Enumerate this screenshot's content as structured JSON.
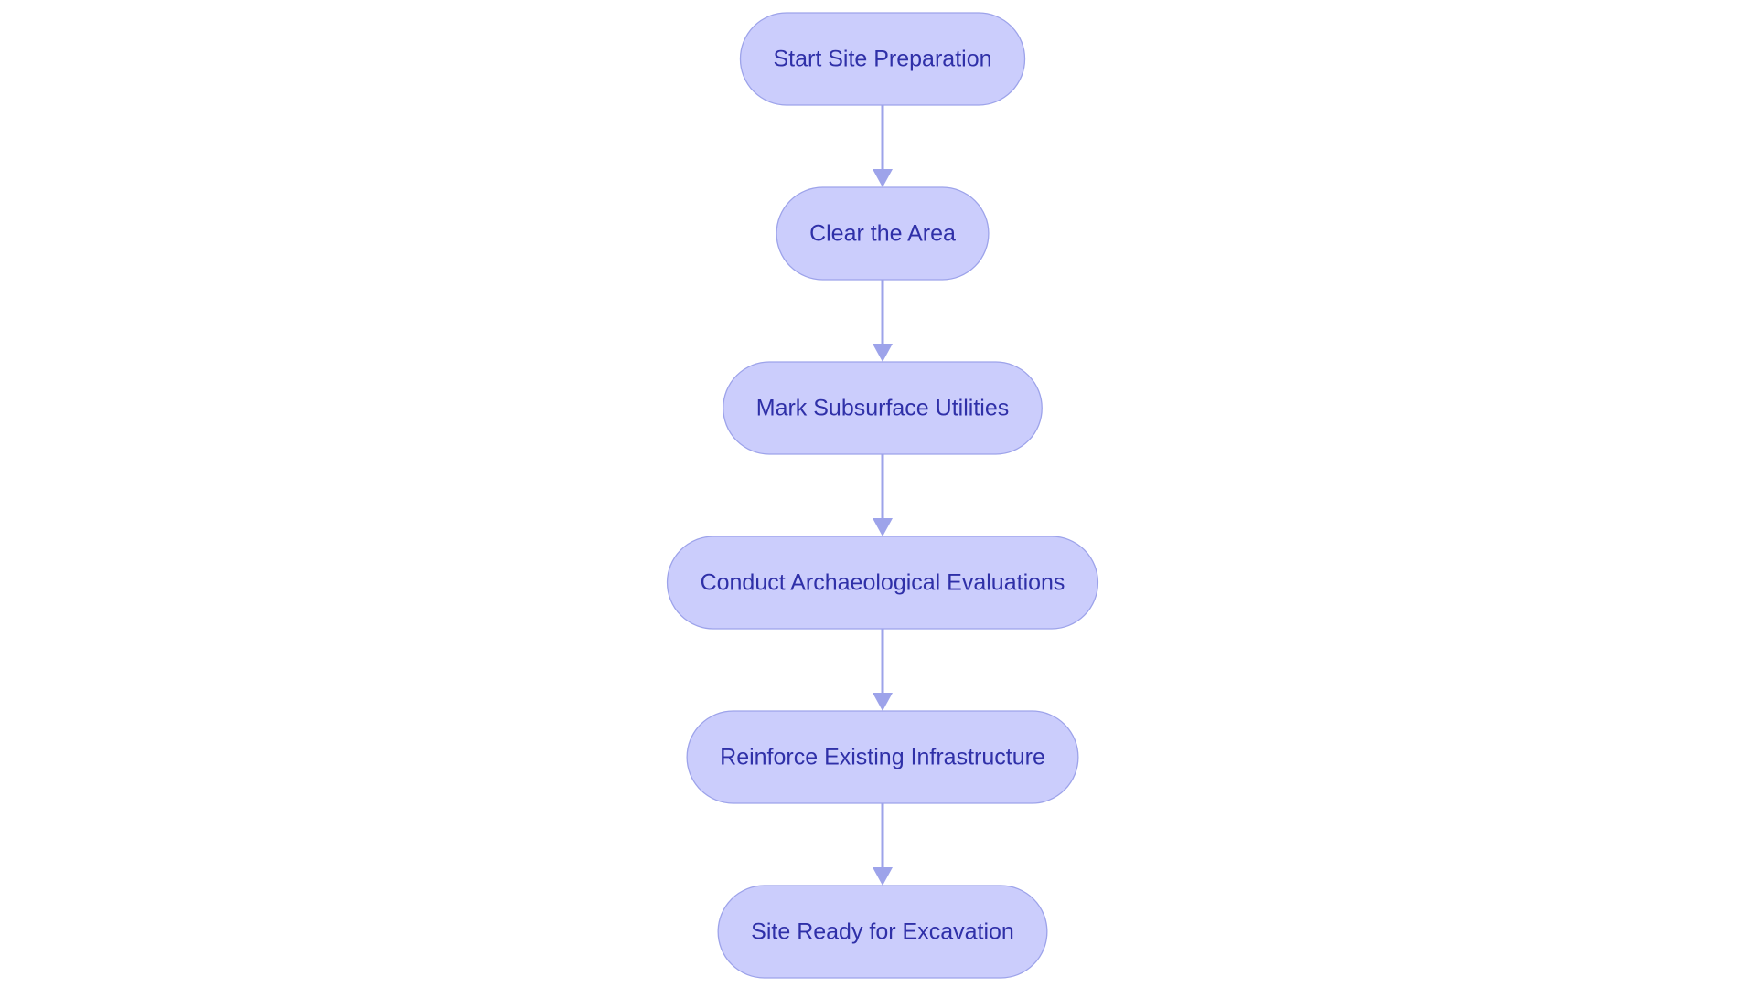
{
  "diagram": {
    "type": "flowchart",
    "direction": "top-to-bottom",
    "colors": {
      "node_fill": "#cbcdfc",
      "node_border": "#9da3ea",
      "node_text": "#2f30a8",
      "edge": "#9da3ea",
      "background": "#ffffff"
    },
    "nodes": [
      {
        "id": "start",
        "label": "Start Site Preparation"
      },
      {
        "id": "clear",
        "label": "Clear the Area"
      },
      {
        "id": "mark",
        "label": "Mark Subsurface Utilities"
      },
      {
        "id": "archaeo",
        "label": "Conduct Archaeological Evaluations"
      },
      {
        "id": "reinforce",
        "label": "Reinforce Existing Infrastructure"
      },
      {
        "id": "ready",
        "label": "Site Ready for Excavation"
      }
    ],
    "edges": [
      {
        "from": "start",
        "to": "clear"
      },
      {
        "from": "clear",
        "to": "mark"
      },
      {
        "from": "mark",
        "to": "archaeo"
      },
      {
        "from": "archaeo",
        "to": "reinforce"
      },
      {
        "from": "reinforce",
        "to": "ready"
      }
    ]
  }
}
